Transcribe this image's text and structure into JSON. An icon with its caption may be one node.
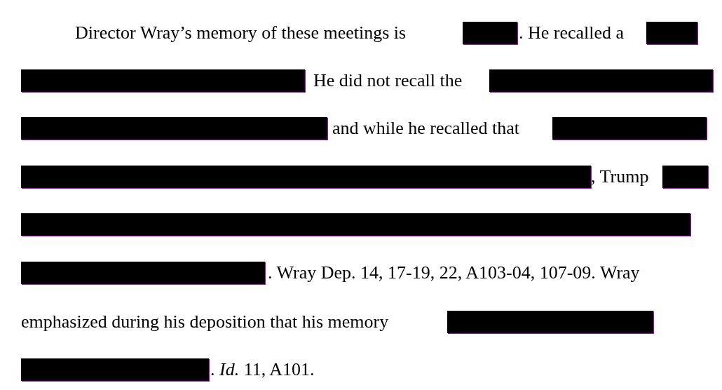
{
  "diagram": {
    "labels": [
      "Director Wray’s memory of these meetings is",
      ". He recalled a",
      "He did not recall the",
      "and while he recalled that",
      ", Trump",
      ". Wray Dep. 14, 17-19, 22, A103-04, 107-09. Wray",
      "emphasized during his deposition that his memory",
      ". *Id.* 11, A101."
    ]
  }
}
